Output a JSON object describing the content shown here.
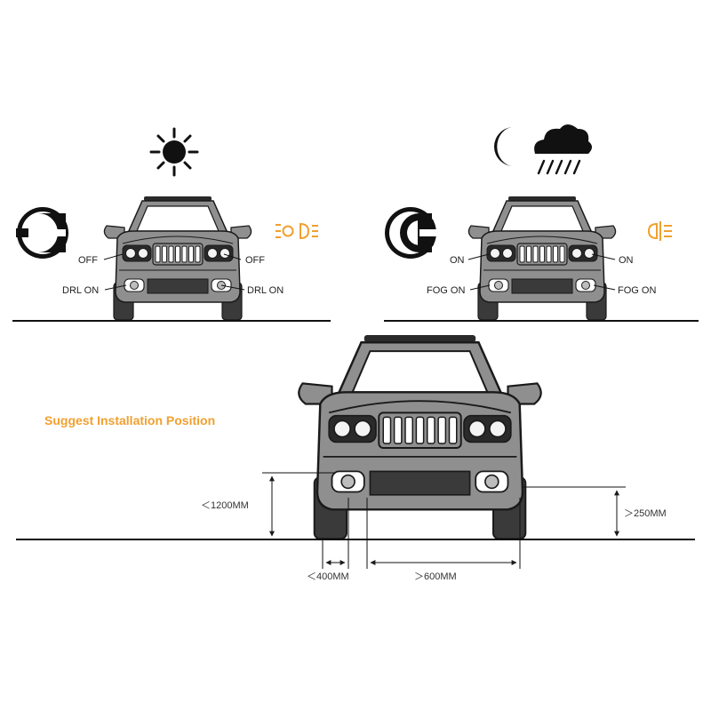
{
  "colors": {
    "accent_orange": "#f0a030",
    "ink": "#1a1a1a",
    "car_body": "#8f8f8f",
    "car_dark": "#3a3a3a"
  },
  "icons": {
    "day": "sun-icon",
    "night": "moon-icon",
    "rain": "rain-cloud-icon",
    "left_switch": "light-switch-icon",
    "right_switch": "light-switch-icon",
    "drl_indicator": "drl-indicator-icon",
    "fog_indicator": "fog-light-indicator-icon"
  },
  "panel_day": {
    "headlight_left": "OFF",
    "headlight_right": "OFF",
    "fog_left": "DRL ON",
    "fog_right": "DRL ON"
  },
  "panel_night": {
    "headlight_left": "ON",
    "headlight_right": "ON",
    "fog_left": "FOG ON",
    "fog_right": "FOG ON"
  },
  "installation": {
    "title": "Suggest Installation Position",
    "height_max": "＜1200MM",
    "height_min": "＞250MM",
    "edge_max": "＜400MM",
    "spacing_min": "＞600MM"
  }
}
